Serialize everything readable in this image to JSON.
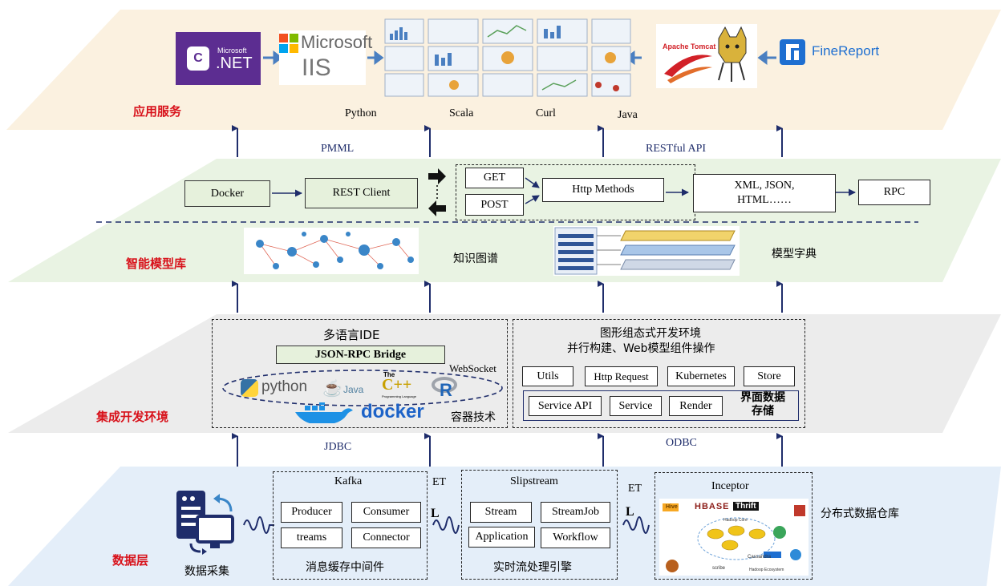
{
  "layers": {
    "app": "应用服务",
    "model": "智能模型库",
    "ide": "集成开发环境",
    "data": "数据层"
  },
  "app_service": {
    "dotnet_brand": "Microsoft",
    "dotnet_label": ".NET",
    "iis_brand": "Microsoft",
    "iis_label": "IIS",
    "tomcat_label": "Apache Tomcat",
    "finereport_label": "FineReport",
    "languages": [
      "Python",
      "Scala",
      "Curl",
      "Java"
    ]
  },
  "api_labels": {
    "pmml": "PMML",
    "restful": "RESTful API",
    "jdbc": "JDBC",
    "odbc": "ODBC"
  },
  "model_lib": {
    "docker": "Docker",
    "rest_client": "REST Client",
    "get": "GET",
    "post": "POST",
    "http_methods": "Http Methods",
    "formats_line1": "XML, JSON,",
    "formats_line2": "HTML……",
    "rpc": "RPC",
    "knowledge_graph": "知识图谱",
    "model_dict": "模型字典"
  },
  "ide": {
    "multi_lang_title": "多语言IDE",
    "bridge": "JSON-RPC Bridge",
    "websocket": "WebSocket",
    "python_logo": "python",
    "java_logo": "Java",
    "cpp_logo": "C++",
    "cpp_the": "The",
    "cpp_sub": "Programming Language",
    "r_logo": "R",
    "docker_logo": "docker",
    "container_tech": "容器技术",
    "graphic_title1": "图形组态式开发环境",
    "graphic_title2": "并行构建、Web模型组件操作",
    "utils": "Utils",
    "http_request": "Http Request",
    "kubernetes": "Kubernetes",
    "store": "Store",
    "service_api": "Service API",
    "service": "Service",
    "render": "Render",
    "ui_storage1": "界面数据",
    "ui_storage2": "存储"
  },
  "data_layer": {
    "collect": "数据采集",
    "kafka": "Kafka",
    "producer": "Producer",
    "consumer": "Consumer",
    "treams": "treams",
    "connector": "Connector",
    "msg_middleware": "消息缓存中间件",
    "et1": "ET",
    "et2": "ET",
    "slipstream": "Slipstream",
    "stream": "Stream",
    "streamjob": "StreamJob",
    "application": "Application",
    "workflow": "Workflow",
    "stream_engine": "实时流处理引擎",
    "inceptor": "Inceptor",
    "dist_warehouse": "分布式数据仓库",
    "hadoop_logos": [
      "Hive",
      "HBASE",
      "Thrift",
      "Hadoop Core",
      "Cassandra",
      "scribe",
      "Hadoop Ecosystem"
    ]
  },
  "colors": {
    "layer_name": "#d8121b",
    "api_label": "#1f2d6b",
    "arrow": "#1f2d6b",
    "app_layer": "#fbf1e0",
    "model_layer": "#e9f3e3",
    "ide_layer": "#ececec",
    "data_layer": "#e4eef9",
    "dotnet_purple": "#5c2d91"
  }
}
